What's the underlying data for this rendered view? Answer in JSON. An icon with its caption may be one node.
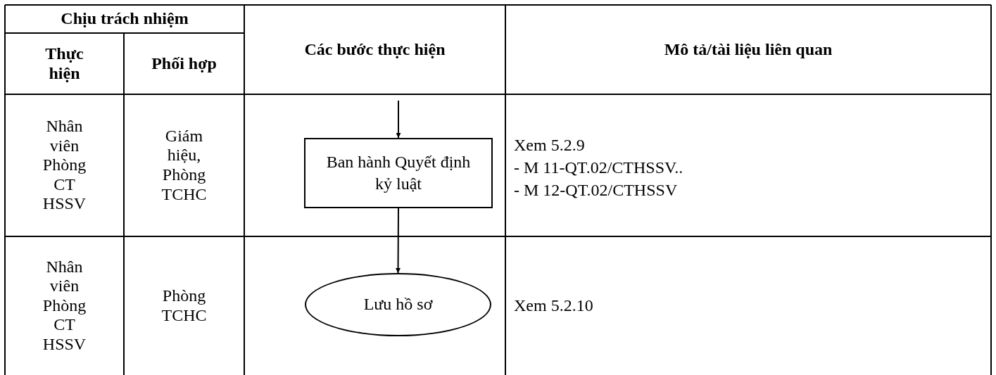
{
  "diagram": {
    "nodes": [
      {
        "text": [
          "Ban hành Quyết định kỷ luật"
        ]
      },
      {
        "text": [
          "Lưu hồ sơ"
        ]
      }
    ],
    "edges": [
      {
        "from": null,
        "to": 0,
        "arrow": "to"
      },
      {
        "from": 0,
        "to": 1,
        "arrow": "to"
      }
    ],
    "labels": [
      "Chịu trách nhiệm",
      "Thực hiện",
      "Phối hợp",
      "Các bước thực hiện",
      "Mô tả/tài liệu liên quan",
      "Nhân viên Phòng CT HSSV",
      "Giám hiệu, Phòng TCHC",
      "Xem 5.2.9",
      "- M 11-QT.02/CTHSSV..",
      "- M 12-QT.02/CTHSSV",
      "Nhân viên Phòng CT HSSV",
      "Phòng TCHC",
      "Xem 5.2.10"
    ]
  }
}
